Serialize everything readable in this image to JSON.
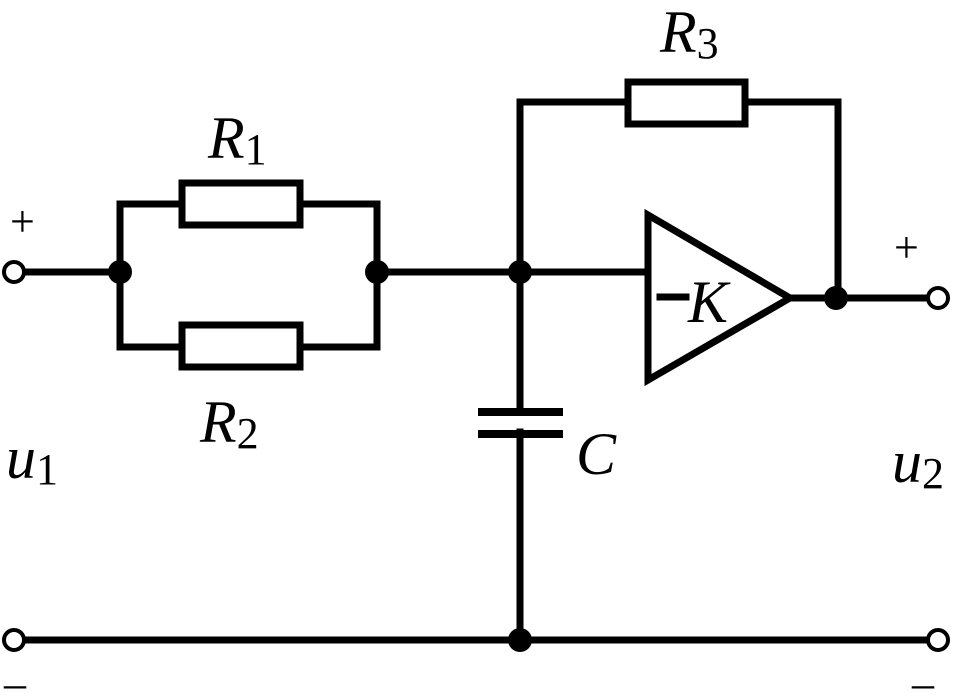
{
  "components": {
    "r1": {
      "name": "R",
      "sub": "1"
    },
    "r2": {
      "name": "R",
      "sub": "2"
    },
    "r3": {
      "name": "R",
      "sub": "3"
    },
    "capacitor": {
      "name": "C"
    },
    "amplifier": {
      "gain": "K"
    }
  },
  "ports": {
    "input": {
      "name": "u",
      "sub": "1",
      "plus": "+",
      "minus": "–"
    },
    "output": {
      "name": "u",
      "sub": "2",
      "plus": "+",
      "minus": "–"
    }
  },
  "colors": {
    "ink": "#000000",
    "background": "#ffffff"
  }
}
